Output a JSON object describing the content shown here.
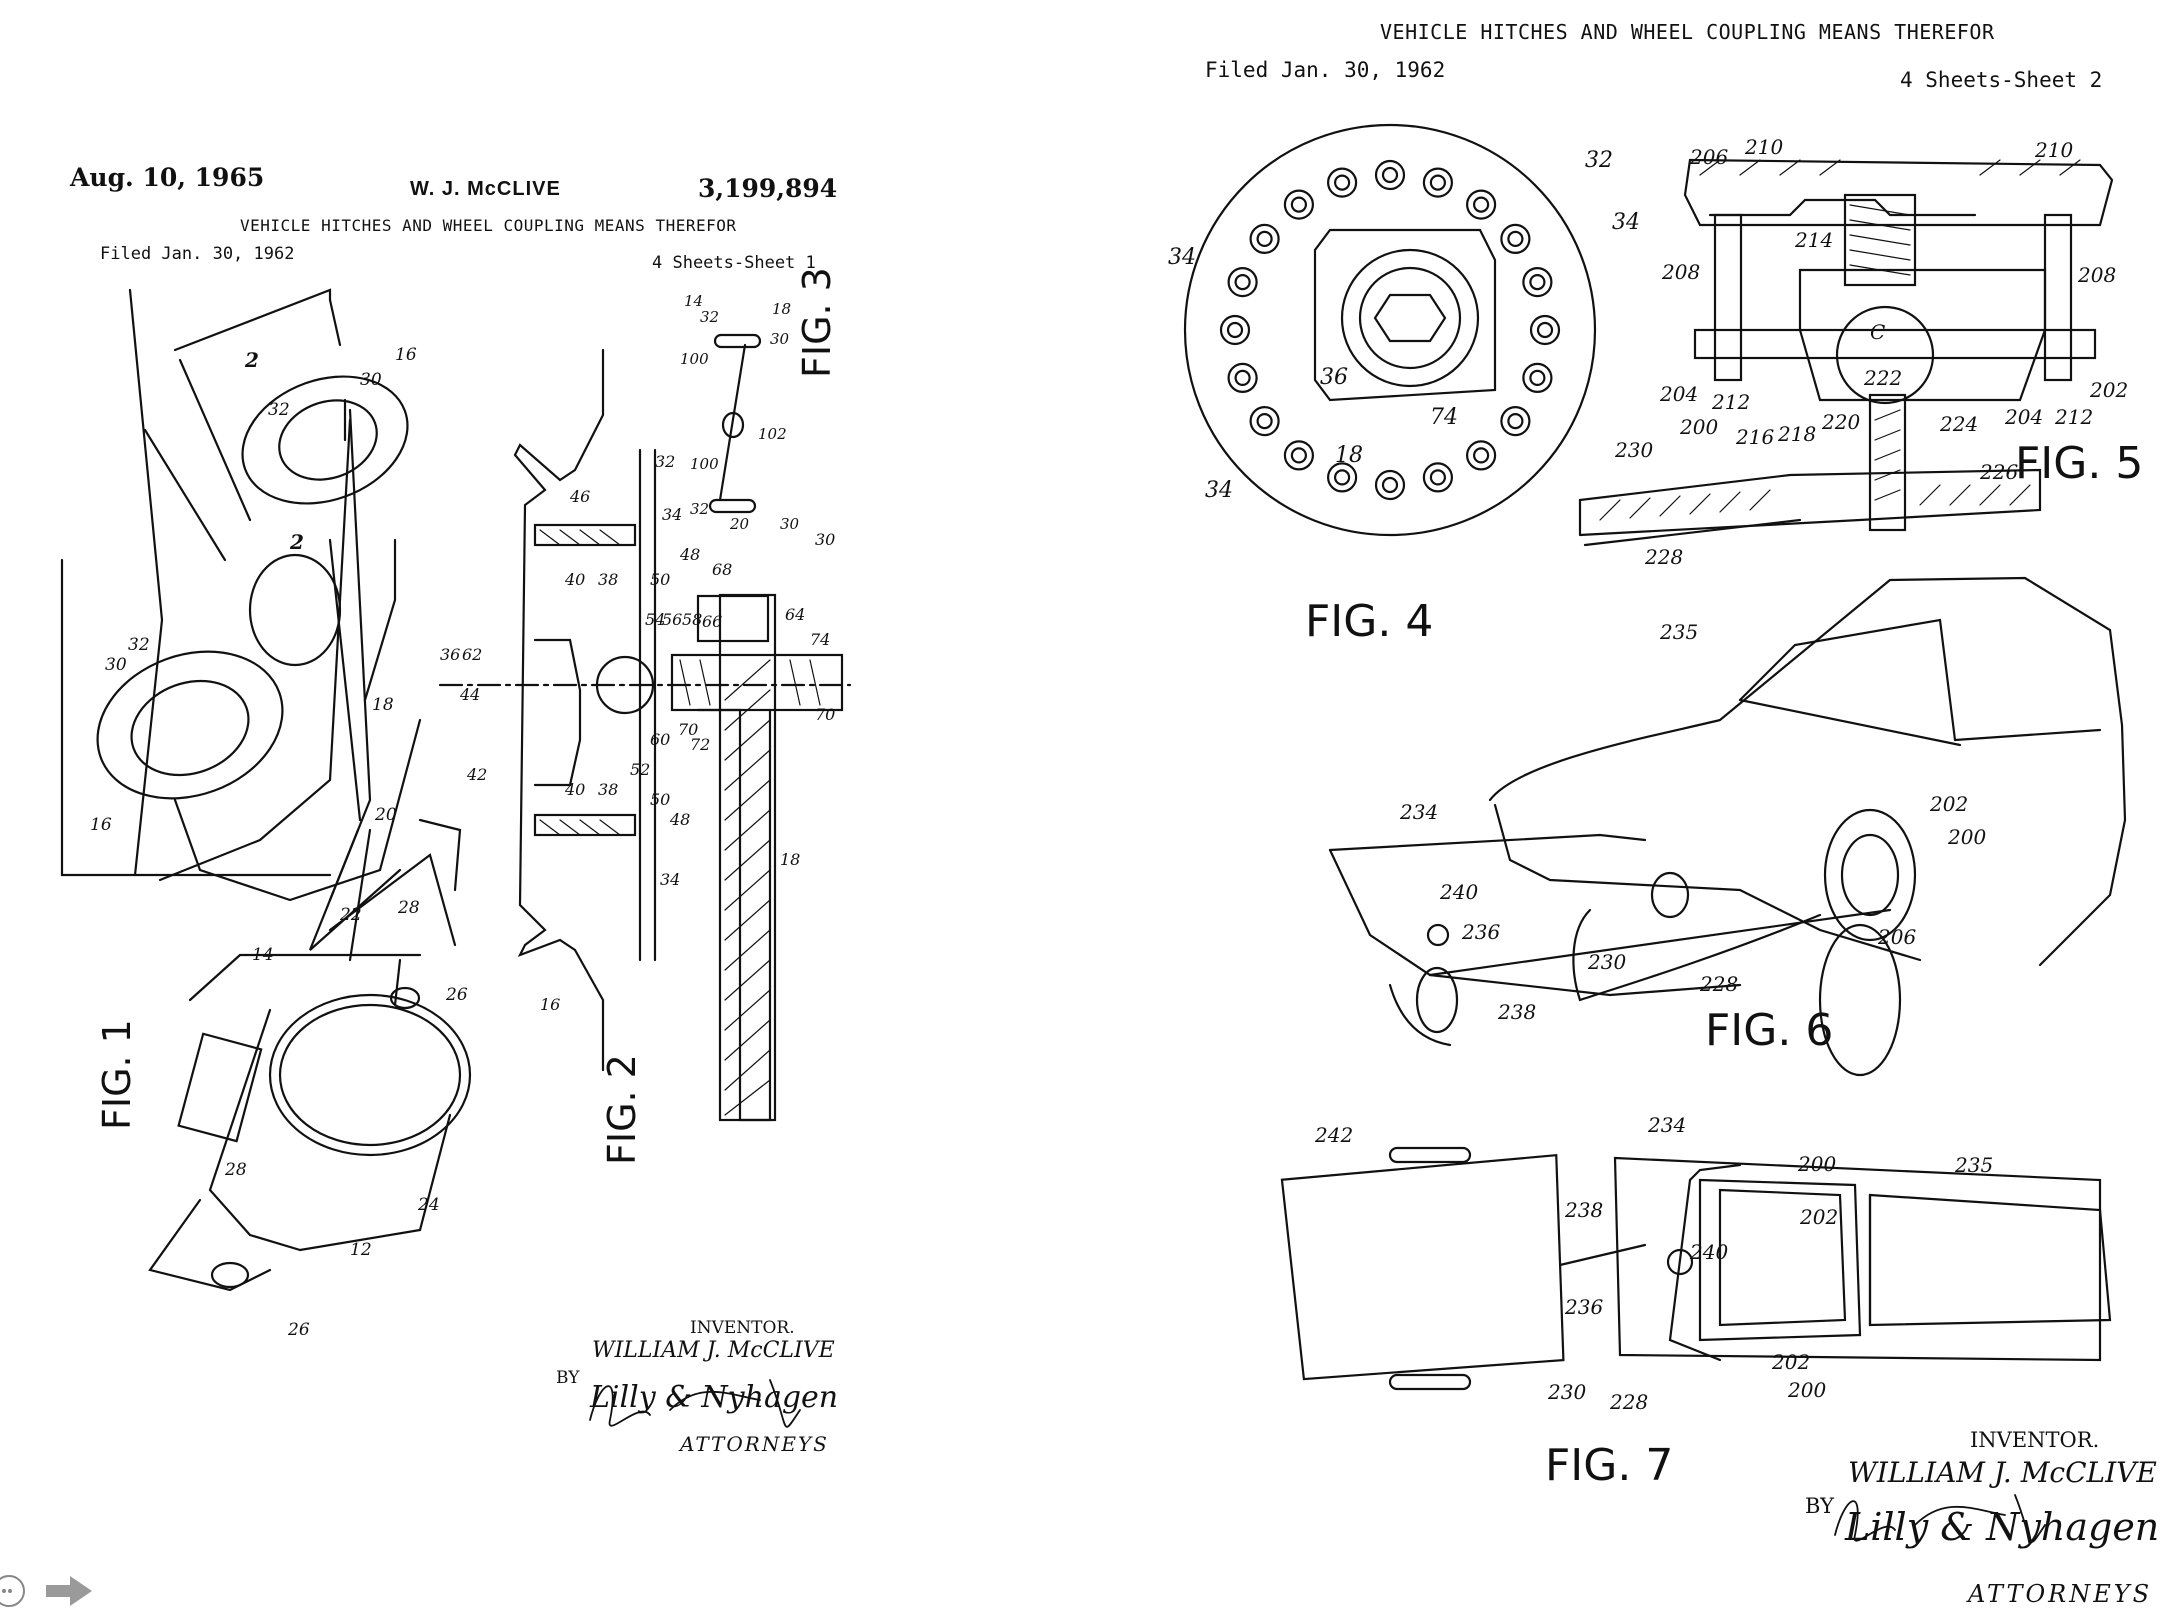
{
  "sheet1": {
    "date": "Aug. 10, 1965",
    "inventor_short": "W. J. McCLIVE",
    "patent_number": "3,199,894",
    "title": "VEHICLE HITCHES AND WHEEL COUPLING MEANS THEREFOR",
    "filed": "Filed Jan. 30, 1962",
    "sheet_info": "4 Sheets-Sheet 1",
    "figures": [
      "FIG. 1",
      "FIG. 2",
      "FIG. 3"
    ],
    "signature": {
      "inventor_label": "INVENTOR.",
      "inventor_name": "WILLIAM J. McCLIVE",
      "by": "BY",
      "firm": "Lilly & Nyhagen",
      "attorneys": "ATTORNEYS"
    }
  },
  "sheet2": {
    "title": "VEHICLE HITCHES AND WHEEL COUPLING MEANS THEREFOR",
    "filed": "Filed Jan. 30, 1962",
    "sheet_info": "4 Sheets-Sheet 2",
    "figures": [
      "FIG. 4",
      "FIG. 5",
      "FIG. 6",
      "FIG. 7"
    ],
    "signature": {
      "inventor_label": "INVENTOR.",
      "inventor_name": "WILLIAM J. McCLIVE",
      "by": "BY",
      "firm": "Lilly & Nyhagen",
      "attorneys": "ATTORNEYS"
    }
  },
  "callouts": {
    "fig1": [
      "2",
      "2",
      "32",
      "30",
      "16",
      "30",
      "32",
      "18",
      "16",
      "20",
      "22",
      "28",
      "14",
      "26",
      "28",
      "24",
      "12",
      "26"
    ],
    "fig2": [
      "46",
      "32",
      "34",
      "40",
      "38",
      "50",
      "48",
      "68",
      "64",
      "74",
      "36",
      "62",
      "44",
      "42",
      "54",
      "56",
      "58",
      "66",
      "60",
      "52",
      "72",
      "70",
      "70",
      "40",
      "38",
      "50",
      "48",
      "34",
      "16",
      "18",
      "30"
    ],
    "fig3": [
      "14",
      "32",
      "30",
      "18",
      "100",
      "102",
      "100",
      "32",
      "20",
      "30"
    ],
    "fig4": [
      "32",
      "34",
      "34",
      "36",
      "74",
      "18",
      "34"
    ],
    "fig5": [
      "206",
      "210",
      "210",
      "208",
      "214",
      "208",
      "C",
      "204",
      "212",
      "222",
      "202",
      "200",
      "216",
      "218",
      "220",
      "224",
      "204",
      "212",
      "230",
      "226",
      "228"
    ],
    "fig6": [
      "235",
      "234",
      "202",
      "200",
      "240",
      "236",
      "206",
      "230",
      "228",
      "238"
    ],
    "fig7": [
      "242",
      "234",
      "200",
      "235",
      "238",
      "202",
      "240",
      "236",
      "202",
      "200",
      "230",
      "228"
    ]
  },
  "viewer": {
    "prev_icon": "circle-dots-icon",
    "next_icon": "arrow-right-icon"
  }
}
